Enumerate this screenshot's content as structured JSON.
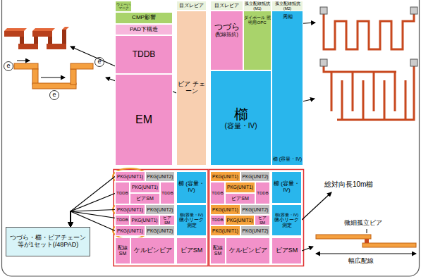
{
  "diagram": {
    "nodes": [
      {
        "text": [
          "ウェーハ マーク"
        ]
      },
      {
        "text": [
          "目ズレビア"
        ]
      },
      {
        "text": [
          "目ズレビア"
        ]
      },
      {
        "text": [
          "孤立配線抵抗 (M1)"
        ]
      },
      {
        "text": [
          "孤立配線抵抗 (M2)"
        ]
      },
      {
        "text": [
          "CMP影響"
        ]
      },
      {
        "text": [
          "PAD下構造"
        ]
      },
      {
        "text": [
          "TDDB"
        ]
      },
      {
        "text": [
          "ビア チェーン"
        ]
      },
      {
        "text": [
          "つづら",
          "(配線抵抗)"
        ]
      },
      {
        "text": [
          "ダイポール 照明用OPC"
        ]
      },
      {
        "text": [
          "周期",
          "櫛 (容量・IV)"
        ]
      },
      {
        "text": [
          "櫛",
          "(容量・IV)"
        ]
      },
      {
        "text": [
          "EM"
        ]
      },
      {
        "text": [
          "PKG(UNIT1)"
        ]
      },
      {
        "text": [
          "PKG(UNIT2)"
        ]
      },
      {
        "text": [
          "TDDB"
        ]
      },
      {
        "text": [
          "PKG(UNIT1)"
        ]
      },
      {
        "text": [
          "ビアSM"
        ]
      },
      {
        "text": [
          "TDDB"
        ]
      },
      {
        "text": [
          "PKG(UNIT1)"
        ]
      },
      {
        "text": [
          "PKG(UNIT2)"
        ]
      },
      {
        "text": [
          "TDDB"
        ]
      },
      {
        "text": [
          "PKG(UNIT1)"
        ]
      },
      {
        "text": [
          "ビアSM"
        ]
      },
      {
        "text": [
          "PKG(UNIT1)"
        ]
      },
      {
        "text": [
          "PKG(UNIT2)"
        ]
      },
      {
        "text": [
          "櫛 (容量・IV)"
        ]
      },
      {
        "text": [
          "櫛(容量・IV)",
          "微小リーク 測定"
        ]
      },
      {
        "text": [
          "配線SM"
        ]
      },
      {
        "text": [
          "ケルビンビア"
        ]
      },
      {
        "text": [
          "ビアSM"
        ]
      },
      {
        "text": [
          "PKG(UNIT1)"
        ]
      },
      {
        "text": [
          "PKG(UNIT2)"
        ]
      },
      {
        "text": [
          "TDDB"
        ]
      },
      {
        "text": [
          "PKG(UNIT1)"
        ]
      },
      {
        "text": [
          "ビアSM"
        ]
      },
      {
        "text": [
          "TDDB"
        ]
      },
      {
        "text": [
          "PKG(UNIT1)"
        ]
      },
      {
        "text": [
          "PKG(UNIT2)"
        ]
      },
      {
        "text": [
          "TDDB"
        ]
      },
      {
        "text": [
          "PKG(UNIT1)"
        ]
      },
      {
        "text": [
          "ビアSM"
        ]
      },
      {
        "text": [
          "PKG(UNIT1)"
        ]
      },
      {
        "text": [
          "PKG(UNIT2)"
        ]
      },
      {
        "text": [
          "櫛 (容量・IV)"
        ]
      },
      {
        "text": [
          "櫛(容量・IV)",
          "微小リーク 測定"
        ]
      },
      {
        "text": [
          "配線SM"
        ]
      },
      {
        "text": [
          "ケルビンビア"
        ]
      },
      {
        "text": [
          "ビアSM"
        ]
      },
      {
        "text": [
          "つづら・櫛・ビアチェーン 等が1セット(/48PAD)"
        ]
      }
    ],
    "edges": [
      {
        "from": 14,
        "to": 50,
        "arrow": "to"
      },
      {
        "from": 17,
        "to": 50,
        "arrow": "to"
      },
      {
        "from": 20,
        "to": 50,
        "arrow": "to"
      },
      {
        "from": 23,
        "to": 50,
        "arrow": "to"
      },
      {
        "from": 25,
        "to": 50,
        "arrow": "to"
      }
    ],
    "labels": [
      "e",
      "e",
      "e",
      "総対向長10m櫛",
      "微細孤立ビア",
      "幅広配線"
    ]
  }
}
